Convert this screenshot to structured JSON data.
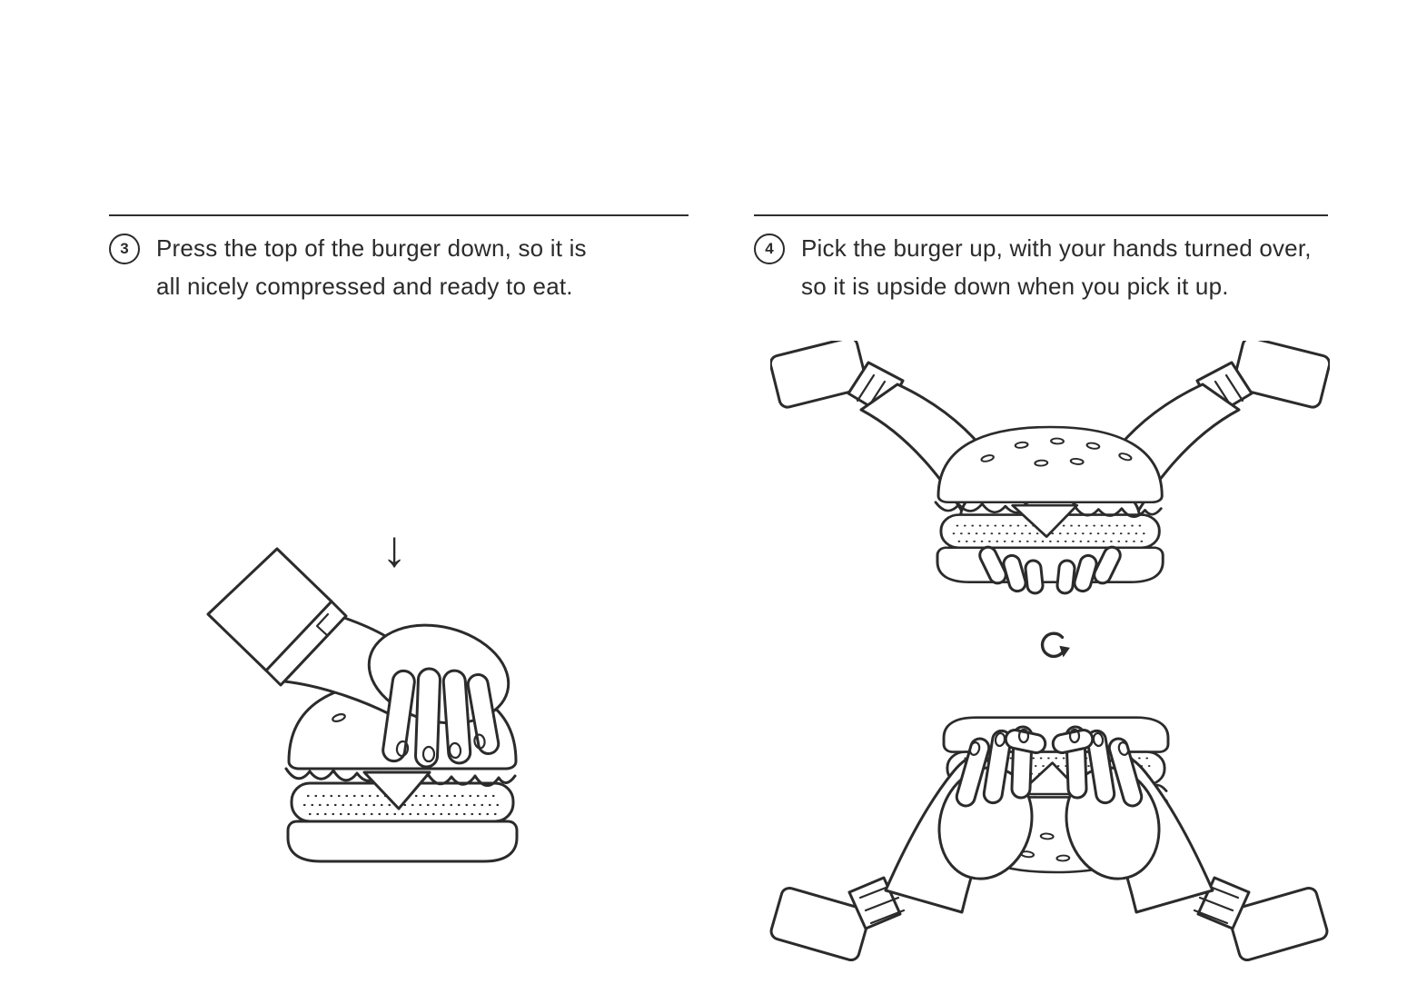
{
  "document": {
    "type": "instruction-manual-page",
    "background": "#ffffff",
    "ink_color": "#2b2b2b"
  },
  "steps": [
    {
      "number": "3",
      "line1": "Press the top of the burger down, so it is",
      "line2": "all nicely compressed and ready to eat.",
      "illustration": "hand pressing down on a burger",
      "arrow_icon": "down-arrow-icon",
      "arrow_glyph": "↓"
    },
    {
      "number": "4",
      "line1": "Pick the burger up, with your hands turned over,",
      "line2": "so it is upside down when you pick it up.",
      "illustration_top": "two hands holding burger right side up",
      "illustration_bottom": "two hands holding burger upside down",
      "rotate_icon": "rotate-arrow-icon"
    }
  ]
}
